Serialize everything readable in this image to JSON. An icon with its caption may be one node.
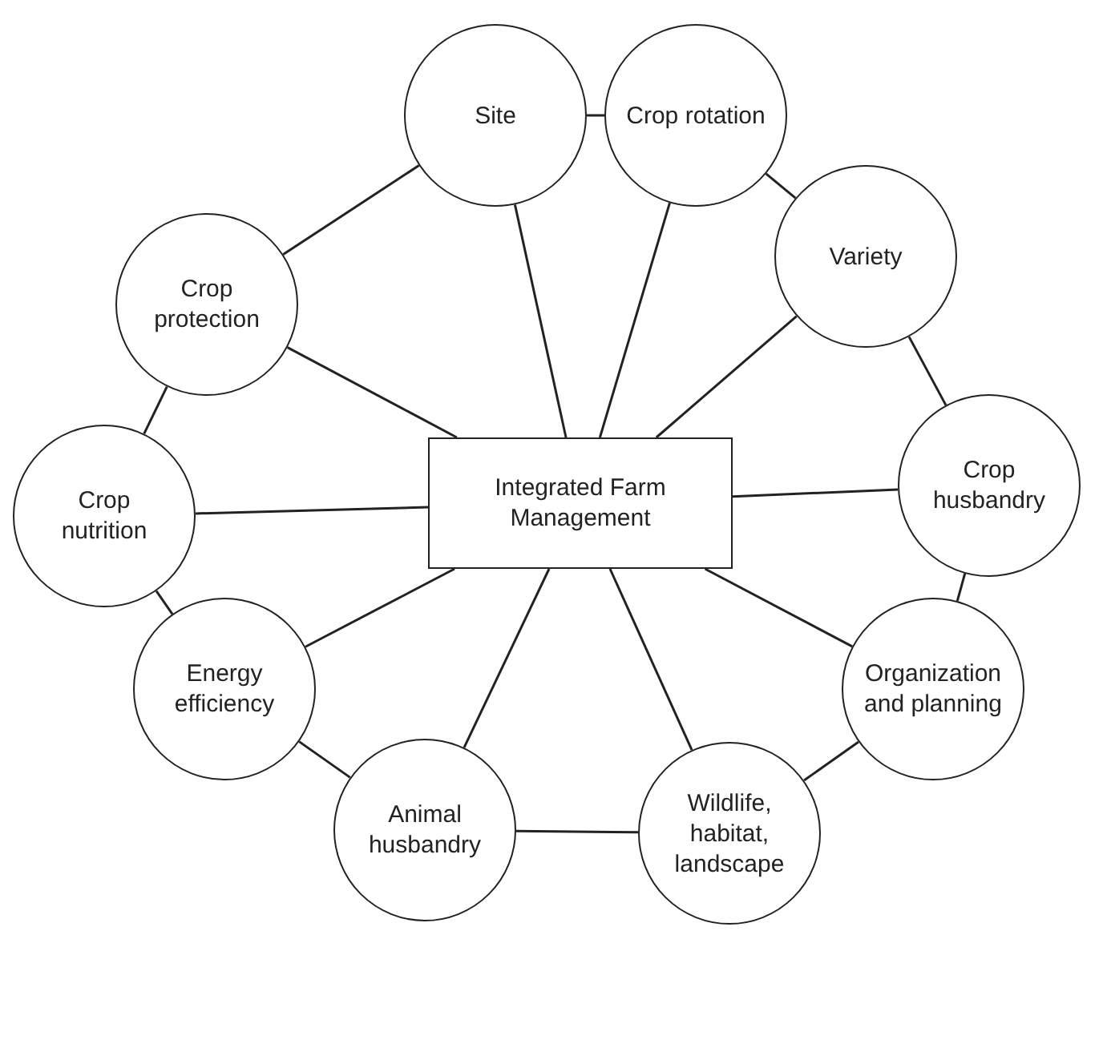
{
  "diagram": {
    "nodes": [
      {
        "text": [
          "Integrated Farm Management"
        ]
      },
      {
        "text": [
          "Site"
        ]
      },
      {
        "text": [
          "Crop rotation"
        ]
      },
      {
        "text": [
          "Variety"
        ]
      },
      {
        "text": [
          "Crop husbandry"
        ]
      },
      {
        "text": [
          "Organization and planning"
        ]
      },
      {
        "text": [
          "Wildlife, habitat, landscape"
        ]
      },
      {
        "text": [
          "Animal husbandry"
        ]
      },
      {
        "text": [
          "Energy efficiency"
        ]
      },
      {
        "text": [
          "Crop nutrition"
        ]
      },
      {
        "text": [
          "Crop protection"
        ]
      }
    ],
    "edges": [
      {
        "from": 0,
        "to": 1,
        "arrow": "none"
      },
      {
        "from": 0,
        "to": 2,
        "arrow": "none"
      },
      {
        "from": 0,
        "to": 3,
        "arrow": "none"
      },
      {
        "from": 0,
        "to": 4,
        "arrow": "none"
      },
      {
        "from": 0,
        "to": 5,
        "arrow": "none"
      },
      {
        "from": 0,
        "to": 6,
        "arrow": "none"
      },
      {
        "from": 0,
        "to": 7,
        "arrow": "none"
      },
      {
        "from": 0,
        "to": 8,
        "arrow": "none"
      },
      {
        "from": 0,
        "to": 9,
        "arrow": "none"
      },
      {
        "from": 0,
        "to": 10,
        "arrow": "none"
      },
      {
        "from": 1,
        "to": 2,
        "arrow": "none"
      },
      {
        "from": 2,
        "to": 3,
        "arrow": "none"
      },
      {
        "from": 3,
        "to": 4,
        "arrow": "none"
      },
      {
        "from": 4,
        "to": 5,
        "arrow": "none"
      },
      {
        "from": 5,
        "to": 6,
        "arrow": "none"
      },
      {
        "from": 6,
        "to": 7,
        "arrow": "none"
      },
      {
        "from": 7,
        "to": 8,
        "arrow": "none"
      },
      {
        "from": 8,
        "to": 9,
        "arrow": "none"
      },
      {
        "from": 9,
        "to": 10,
        "arrow": "none"
      },
      {
        "from": 10,
        "to": 1,
        "arrow": "none"
      }
    ]
  }
}
